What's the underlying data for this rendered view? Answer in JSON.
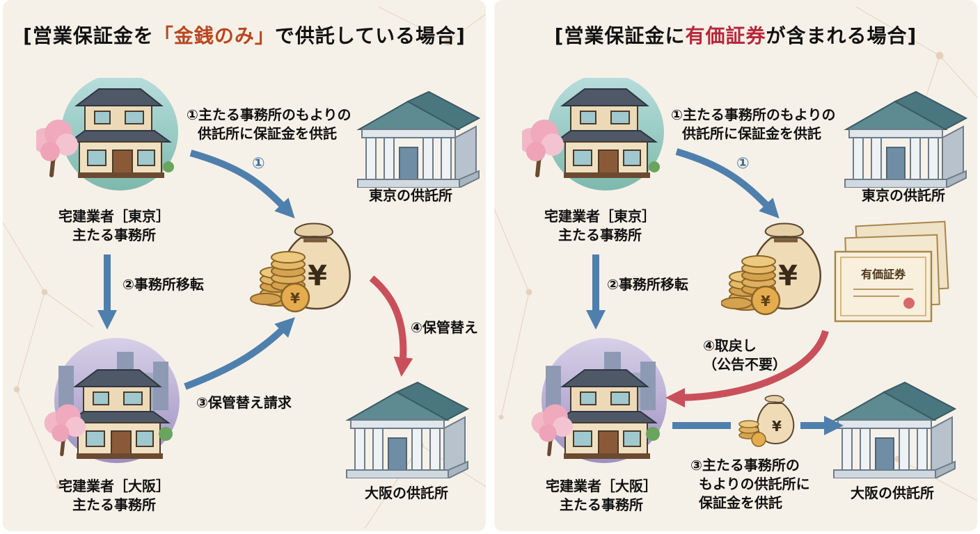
{
  "left": {
    "title_prefix": "[営業保証金を",
    "title_highlight": "「金銭のみ」",
    "title_suffix": "で供託している場合]",
    "office_tokyo_line1": "宅建業者［東京］",
    "office_tokyo_line2": "主たる事務所",
    "office_osaka_line1": "宅建業者［大阪］",
    "office_osaka_line2": "主たる事務所",
    "depository_tokyo": "東京の供託所",
    "depository_osaka": "大阪の供託所",
    "step1_line1": "①主たる事務所のもよりの",
    "step1_line2": "供託所に保証金を供託",
    "step1_marker": "①",
    "step2": "②事務所移転",
    "step3": "③保管替え請求",
    "step4": "④保管替え",
    "yen_symbol": "¥"
  },
  "right": {
    "title_prefix": "[営業保証金に",
    "title_highlight": "有価証券",
    "title_suffix": "が含まれる場合]",
    "office_tokyo_line1": "宅建業者［東京］",
    "office_tokyo_line2": "主たる事務所",
    "office_osaka_line1": "宅建業者［大阪］",
    "office_osaka_line2": "主たる事務所",
    "depository_tokyo": "東京の供託所",
    "depository_osaka": "大阪の供託所",
    "step1_line1": "①主たる事務所のもよりの",
    "step1_line2": "供託所に保証金を供託",
    "step1_marker": "①",
    "step2": "②事務所移転",
    "step3_line1": "③主たる事務所の",
    "step3_line2": "もよりの供託所に",
    "step3_line3": "保証金を供託",
    "step4_line1": "④取戻し",
    "step4_line2": "（公告不要）",
    "certificate_label": "有価証券",
    "yen_symbol": "¥"
  },
  "colors": {
    "blue_arrow": "#4f7fad",
    "red_arrow": "#c9505a",
    "background": "#f6f1e8",
    "highlight_left": "#b8471f",
    "highlight_right": "#b8263a"
  }
}
